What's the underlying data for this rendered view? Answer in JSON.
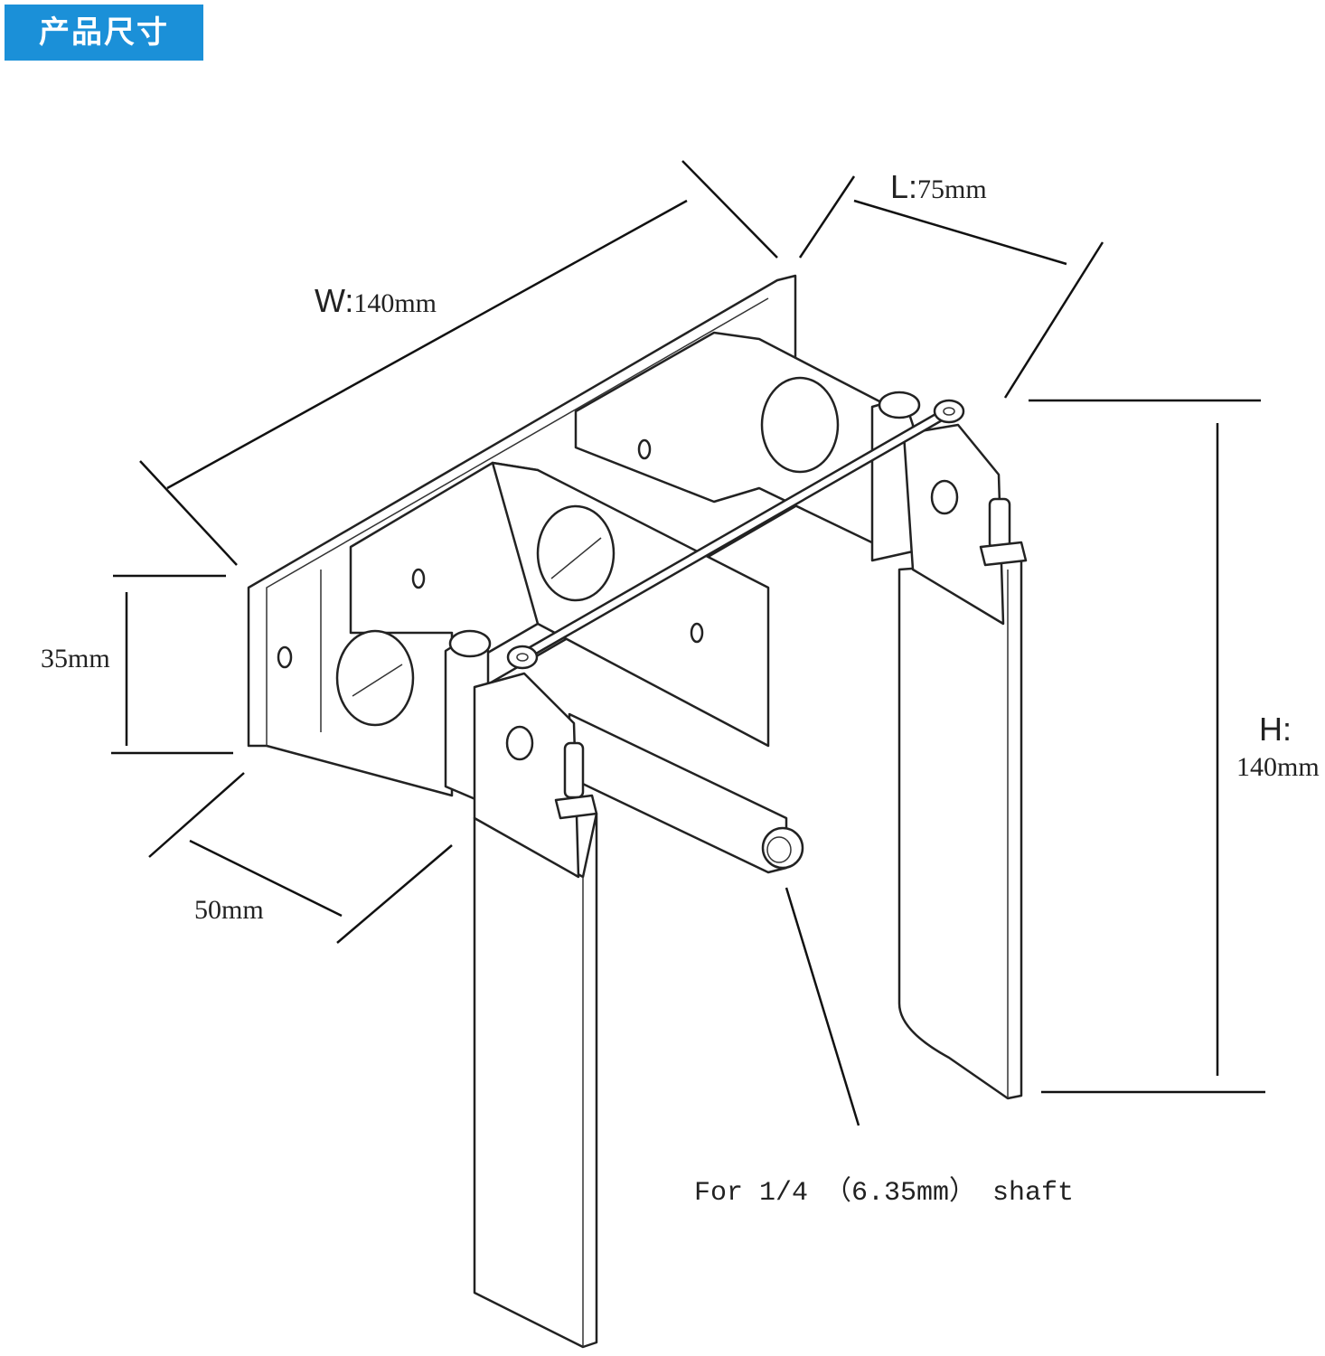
{
  "badge": {
    "title": "产品尺寸",
    "color": "#1b90d8"
  },
  "dimensions": {
    "width": {
      "letter": "W:",
      "value": "140mm"
    },
    "length": {
      "letter": "L:",
      "value": "75mm"
    },
    "height": {
      "letter": "H:",
      "value": "140mm"
    },
    "bracket_height": {
      "value": "35mm"
    },
    "bracket_depth": {
      "value": "50mm"
    }
  },
  "shaft_note": "For 1/4 （6.35mm） shaft"
}
